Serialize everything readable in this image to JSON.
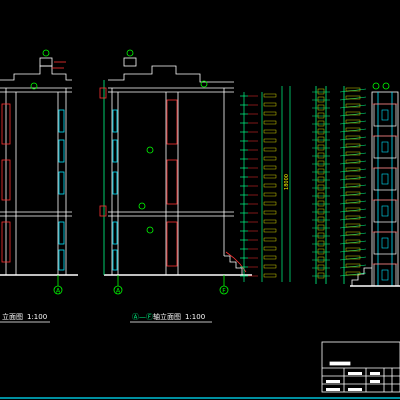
{
  "colors": {
    "background": "#000000",
    "wall": "#ffffff",
    "dimension": "#00ff88",
    "window": "#00e5ff",
    "text": "#ffff00",
    "axis": "#00ff00",
    "hatch": "#ff3333",
    "label": "#ff66ff"
  },
  "drawing_titles": {
    "left": {
      "text": "立面图",
      "scale": "1:100"
    },
    "middle": {
      "axis": "Ⓐ—Ⓕ",
      "text": "轴立面图",
      "scale": "1:100"
    }
  },
  "axis_markers": {
    "left_bottom": "A",
    "middle_bottom_left": "A",
    "middle_bottom_right": "F"
  },
  "dimensions": {
    "total_height": "18000"
  }
}
